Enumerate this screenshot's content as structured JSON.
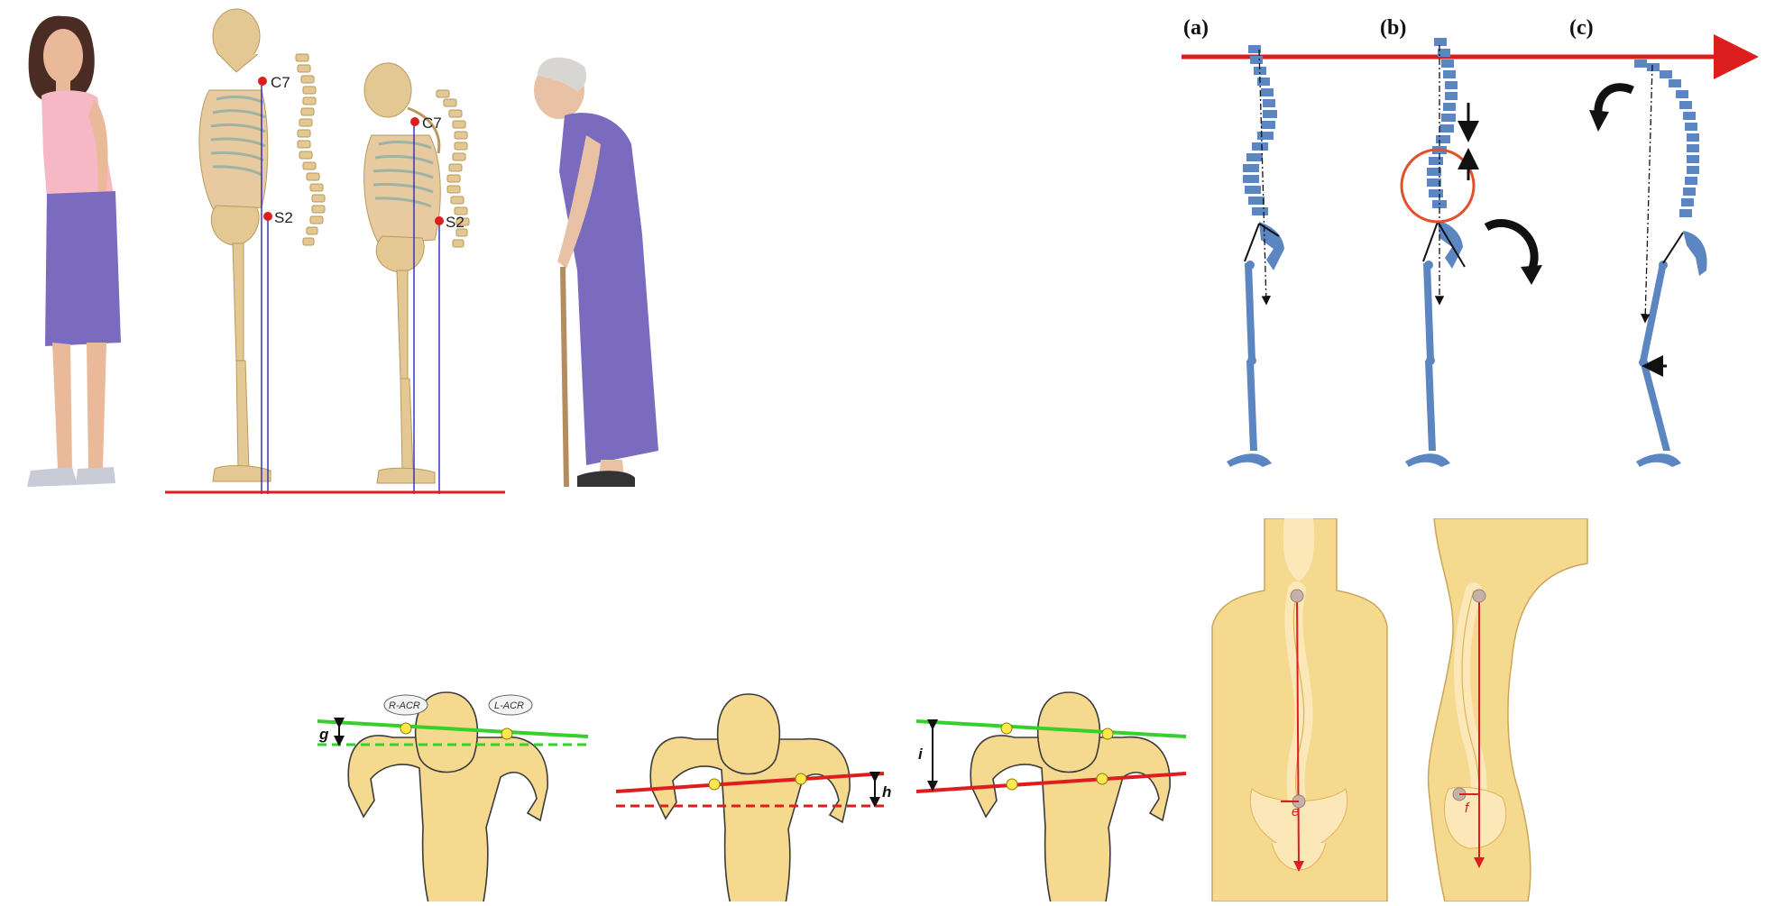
{
  "posture_panel": {
    "landmark_upper": "C7",
    "landmark_lower": "S2"
  },
  "spine_panel": {
    "labels": [
      "(a)",
      "(b)",
      "(c)"
    ]
  },
  "shoulder_panel": {
    "right_acromion": "R-ACR",
    "left_acromion": "L-ACR",
    "measure_g": "g",
    "measure_h": "h",
    "measure_i": "i"
  },
  "torso_panel": {
    "measure_e": "e",
    "measure_f": "f"
  },
  "colors": {
    "skin": "#f5d98e",
    "skin_dark": "#e0b35a",
    "bone": "#e3c894",
    "spine_blue": "#5b86c2",
    "plumb_red": "#dd1e1e",
    "level_green": "#35d12a",
    "dress_purple": "#7a6bbf",
    "blouse_pink": "#f6b8c4"
  }
}
